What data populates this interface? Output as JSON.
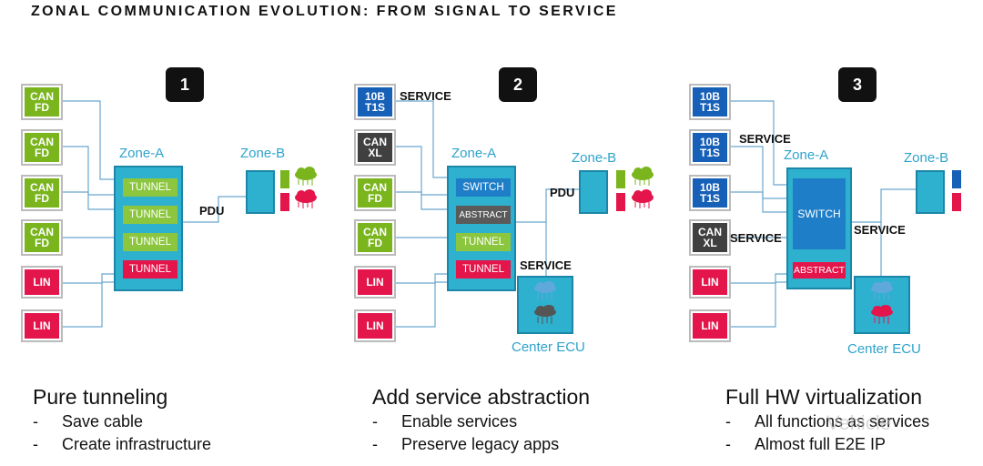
{
  "title": "ZONAL COMMUNICATION EVOLUTION: FROM SIGNAL TO SERVICE",
  "colors": {
    "can": "#7ab51d",
    "lin": "#e4154b",
    "t1s": "#1760b8",
    "canxl": "#404040",
    "zone": "#2eb1cf"
  },
  "panels": [
    {
      "number": "1",
      "zone_a": "Zone-A",
      "zone_b": "Zone-B",
      "inputs": [
        "CAN\nFD",
        "CAN\nFD",
        "CAN\nFD",
        "CAN\nFD",
        "LIN",
        "LIN"
      ],
      "blocks": [
        "TUNNEL",
        "TUNNEL",
        "TUNNEL",
        "TUNNEL"
      ],
      "link_label": "PDU",
      "caption": "Pure tunneling",
      "bullets": [
        "Save cable",
        "Create infrastructure"
      ]
    },
    {
      "number": "2",
      "zone_a": "Zone-A",
      "zone_b": "Zone-B",
      "inputs": [
        "10B\nT1S",
        "CAN\nXL",
        "CAN\nFD",
        "CAN\nFD",
        "LIN",
        "LIN"
      ],
      "input_label": "SERVICE",
      "blocks": [
        "SWITCH",
        "ABSTRACT",
        "TUNNEL",
        "TUNNEL"
      ],
      "link_label": "PDU",
      "service_label": "SERVICE",
      "center_ecu": "Center ECU",
      "caption": "Add service abstraction",
      "bullets": [
        "Enable services",
        "Preserve legacy apps"
      ]
    },
    {
      "number": "3",
      "zone_a": "Zone-A",
      "zone_b": "Zone-B",
      "inputs": [
        "10B\nT1S",
        "10B\nT1S",
        "10B\nT1S",
        "CAN\nXL",
        "LIN",
        "LIN"
      ],
      "input_label_1": "SERVICE",
      "input_label_2": "SERVICE",
      "blocks": [
        "SWITCH",
        "ABSTRACT"
      ],
      "link_label": "SERVICE",
      "center_ecu": "Center ECU",
      "caption": "Full HW virtualization",
      "bullets": [
        "All functions as services",
        "Almost full E2E IP"
      ]
    }
  ],
  "watermark": "Vehicle"
}
